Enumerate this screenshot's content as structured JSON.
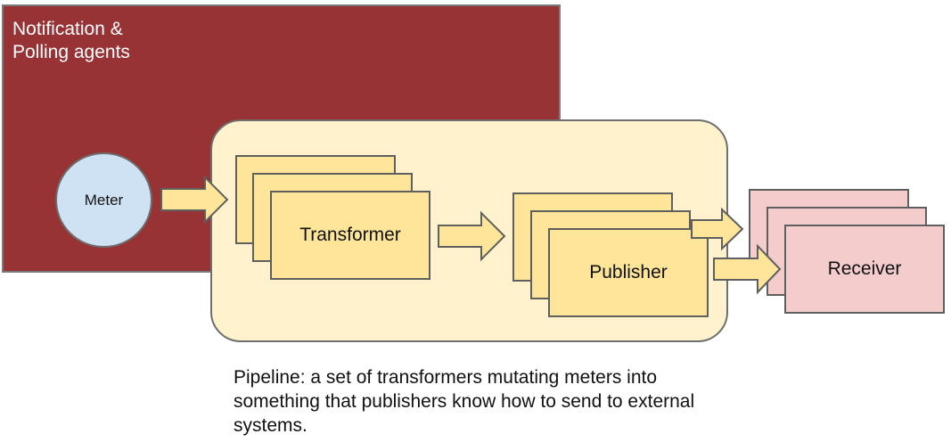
{
  "agents": {
    "label": "Notification &\nPolling agents",
    "color": "#973235"
  },
  "meter": {
    "label": "Meter",
    "color": "#cfe2f3"
  },
  "pipeline": {
    "color": "#fff2cc"
  },
  "transformer": {
    "label": "Transformer",
    "color": "#ffe599"
  },
  "publisher": {
    "label": "Publisher",
    "color": "#ffe599"
  },
  "receiver": {
    "label": "Receiver",
    "color": "#f4cccc"
  },
  "caption": "Pipeline: a set of transformers mutating meters into something that publishers know how to send to external systems."
}
